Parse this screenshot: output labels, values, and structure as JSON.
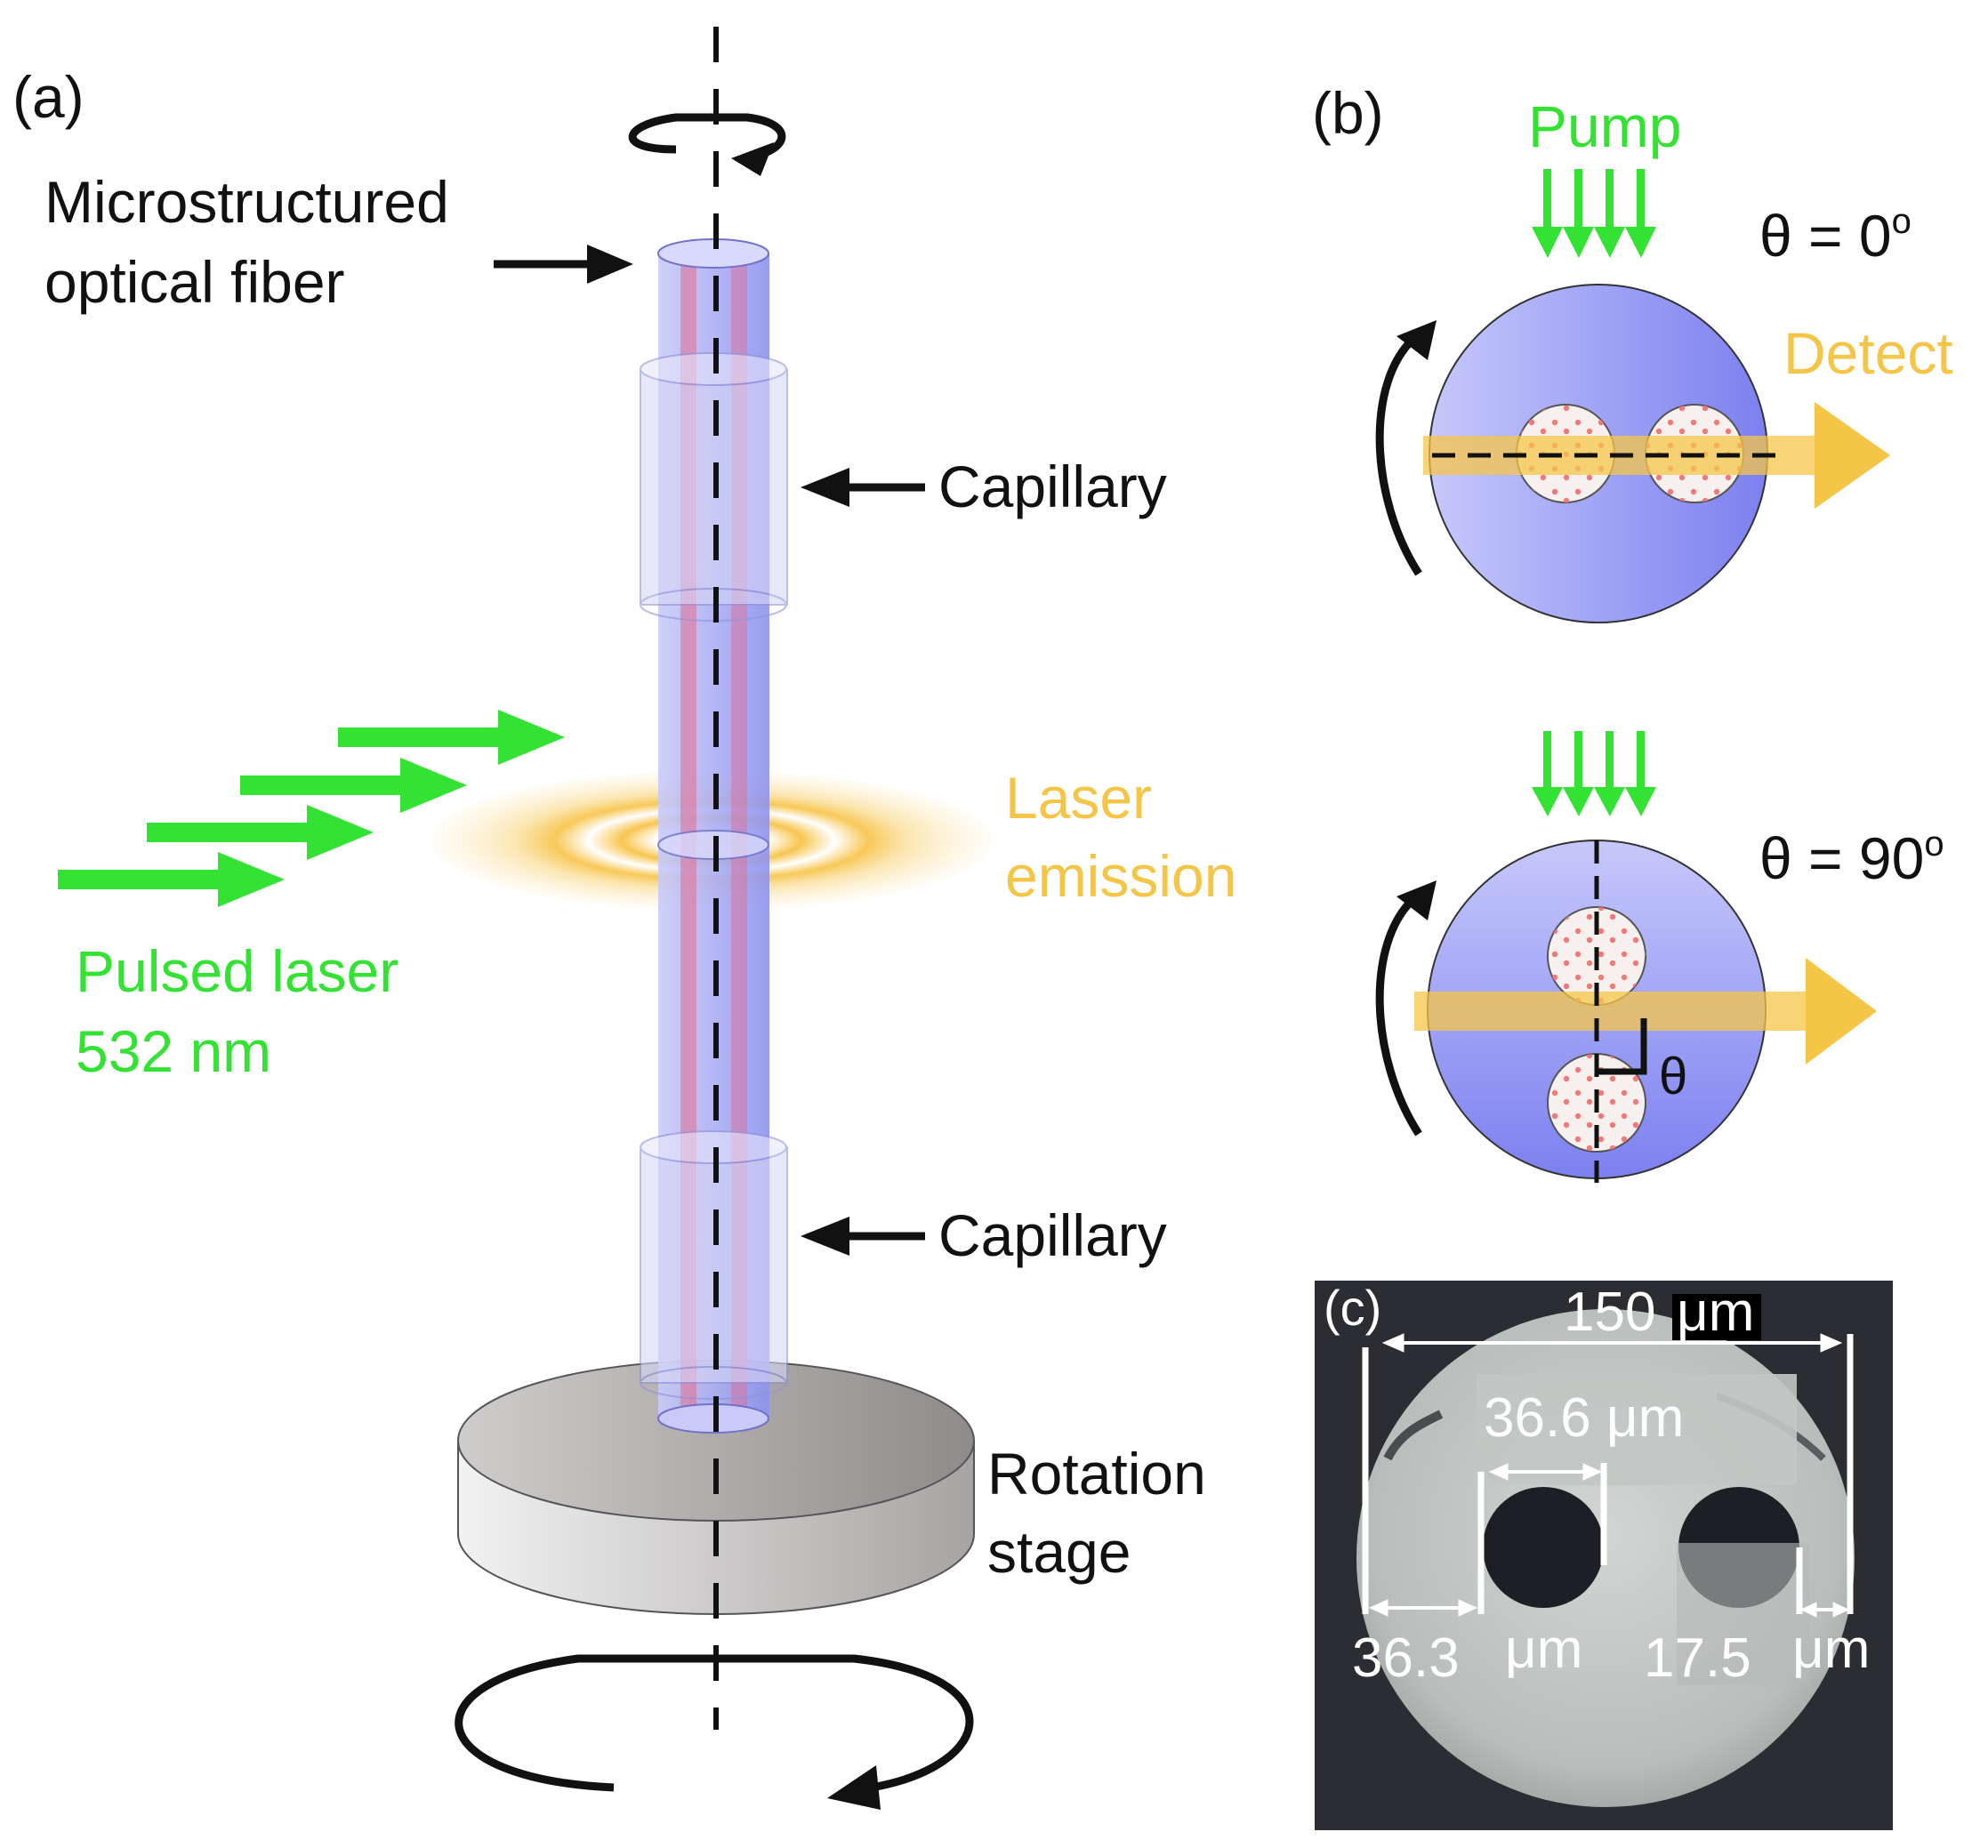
{
  "panel_a": {
    "label": "(a)",
    "fiber_label_line1": "Microstructured",
    "fiber_label_line2": "optical fiber",
    "capillary_top": "Capillary",
    "capillary_bottom": "Capillary",
    "laser_emission_line1": "Laser",
    "laser_emission_line2": "emission",
    "pulsed_laser_line1": "Pulsed laser",
    "pulsed_laser_line2": "532 nm",
    "rotation_stage_line1": "Rotation",
    "rotation_stage_line2": "stage"
  },
  "panel_b": {
    "label": "(b)",
    "pump": "Pump",
    "detect": "Detect",
    "theta_top": "θ = 0",
    "theta_bottom": "θ = 90",
    "degree_mark": "o",
    "theta_symbol": "θ"
  },
  "panel_c": {
    "label": "(c)",
    "dim_150": "150",
    "dim_150_unit": "μm",
    "dim_36_6": "36.6 μm",
    "dim_36_3": "36.3",
    "dim_36_3_unit": "μm",
    "dim_17_5": "17.5",
    "dim_17_5_unit": "μm"
  },
  "colors": {
    "pump_green": "#33e233",
    "emission_yellow": "#f5c548",
    "fiber_blue": "#a7a9f4",
    "core_red": "#e46a8e",
    "micrograph_bg": "#2c2d33"
  }
}
